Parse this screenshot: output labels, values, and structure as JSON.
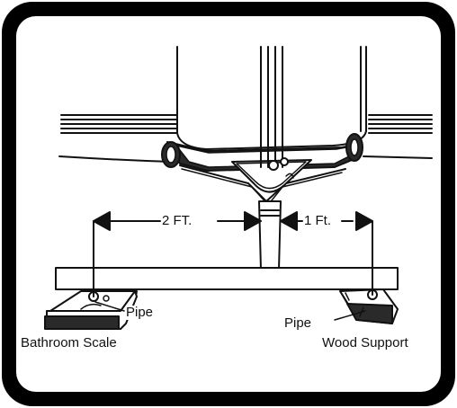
{
  "labels": {
    "dim_left": "2 FT.",
    "dim_right": "1 Ft.",
    "pipe_left": "Pipe",
    "pipe_right": "Pipe",
    "bathroom_scale": "Bathroom Scale",
    "wood_support": "Wood Support"
  },
  "colors": {
    "frame": "#000000",
    "line": "#111111",
    "shade": "#2a2a2a",
    "background": "#ffffff"
  }
}
